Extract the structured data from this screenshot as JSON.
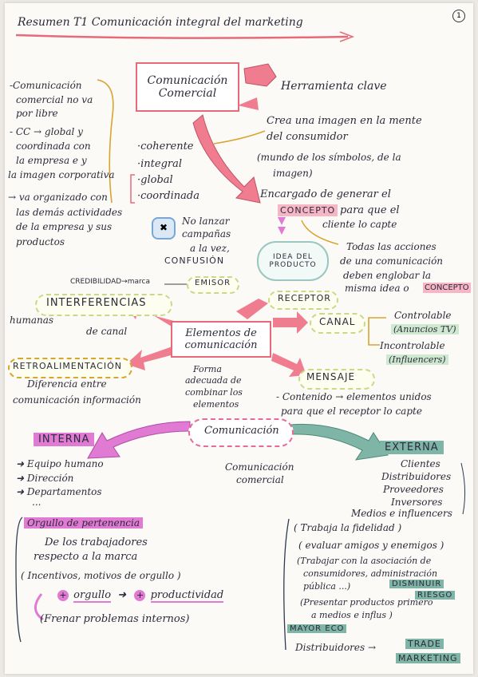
{
  "title": "Resumen T1  Comunicación integral del marketing",
  "page_number": "1",
  "top": {
    "box_title_1": "Comunicación",
    "box_title_2": "Comercial",
    "herramienta": "Herramienta clave",
    "left_note": [
      "-Comunicación",
      "comercial no va",
      "por libre",
      "- CC → global y",
      "coordinada con",
      "la empresa e y",
      "la imagen corporativa",
      "→ va organizado con",
      "las demás actividades",
      "de la empresa y sus",
      "productos"
    ],
    "qualities": [
      "·coherente",
      "·integral",
      "·global",
      "·coordinada"
    ],
    "crea": [
      "Crea una imagen en la mente",
      "del consumidor",
      "(mundo de los símbolos, de la",
      "imagen)"
    ],
    "encargado_1": "Encargado de generar el",
    "encargado_concepto": "CONCEPTO",
    "encargado_2": "para que el",
    "encargado_3": "cliente lo capte",
    "no_lanzar": [
      "No lanzar",
      "campañas",
      "a la vez,",
      "CONFUSIÓN"
    ],
    "idea": [
      "IDEA DEL",
      "PRODUCTO"
    ],
    "todas": [
      "Todas las acciones",
      "de una comunicación",
      "deben englobar la"
    ],
    "todas_last": "misma idea o",
    "todas_concepto": "CONCEPTO"
  },
  "elements": {
    "credibilidad": "CREDIBILIDAD→marca",
    "emisor": "EMISOR",
    "interferencias": "INTERFERENCIAS",
    "humanas": "humanas",
    "de_canal": "de canal",
    "receptor": "RECEPTOR",
    "canal": "CANAL",
    "controlable": "Controlable",
    "anuncios": "(Anuncios TV)",
    "incontrolable": "Incontrolable",
    "influencers": "(Influencers)",
    "box_1": "Elementos de",
    "box_2": "comunicación",
    "retro": "RETROALIMENTACIÓN",
    "diferencia_1": "Diferencia entre",
    "diferencia_2": "comunicación   información",
    "forma": [
      "Forma",
      "adecuada de",
      "combinar los",
      "elementos"
    ],
    "mensaje": "MENSAJE",
    "contenido_1": "- Contenido → elementos unidos",
    "contenido_2": "para que el receptor lo capte"
  },
  "split": {
    "comunicacion": "Comunicación",
    "interna": "INTERNA",
    "externa": "EXTERNA",
    "interna_items": [
      "Equipo humano",
      "Dirección",
      "Departamentos"
    ],
    "interna_dots": "...",
    "com_comercial_1": "Comunicación",
    "com_comercial_2": "comercial",
    "externa_items": [
      "Clientes",
      "Distribuidores",
      "Proveedores",
      "Inversores",
      "Medios e influencers"
    ]
  },
  "bottom_left": {
    "orgullo": "Orgullo de pertenencia",
    "de_los": [
      "De los trabajadores",
      "respecto a la marca"
    ],
    "incentivos": "( Incentivos, motivos de orgullo )",
    "orgullo_word": "orgullo",
    "productividad": "productividad",
    "frenar": "(Frenar problemas internos)",
    "plus": "+"
  },
  "bottom_right": {
    "fidelidad": "( Trabaja la fidelidad )",
    "evaluar": "( evaluar amigos y enemigos )",
    "trabajar": [
      "(Trabajar con la asociación de",
      "consumidores, administración",
      "pública ...)"
    ],
    "disminuir": [
      "DISMINUIR",
      "RIESGO"
    ],
    "presentar": [
      "(Presentar productos primero",
      "a medios e influs )"
    ],
    "mayor_eco": "MAYOR ECO",
    "distribuidores": "Distribuidores →",
    "trade": [
      "TRADE",
      "MARKETING"
    ]
  }
}
